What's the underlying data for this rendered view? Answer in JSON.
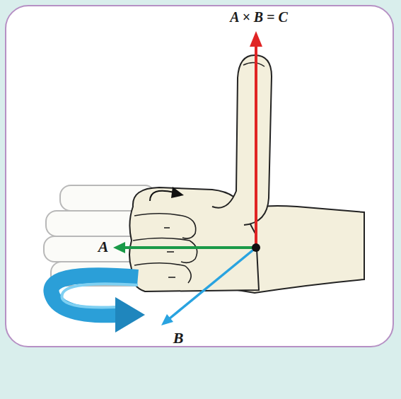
{
  "diagram": {
    "labels": [
      "A × B = C",
      "A",
      "B"
    ]
  }
}
